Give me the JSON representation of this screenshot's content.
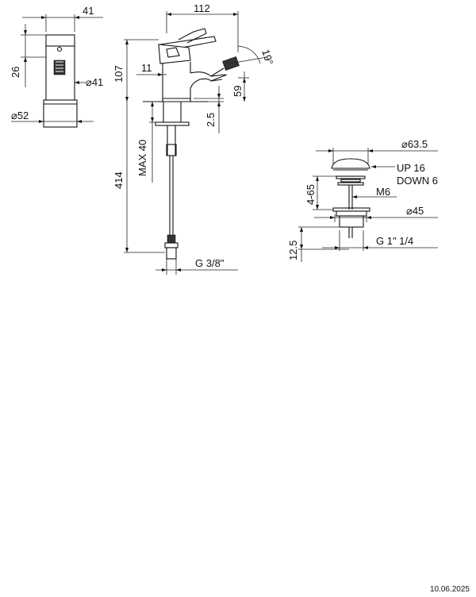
{
  "side_view": {
    "dim_top_width": "41",
    "dim_height": "26",
    "dim_body_dia": "⌀41",
    "dim_base_dia": "⌀52"
  },
  "front_view": {
    "dim_length": "112",
    "dim_angle": "19°",
    "dim_height": "107",
    "dim_offset": "11",
    "dim_spout_height": "59",
    "dim_base": "2.5",
    "dim_max": "MAX 40",
    "dim_total": "414",
    "dim_thread": "G 3/8\""
  },
  "waste_view": {
    "dim_cap_dia": "⌀63.5",
    "dim_up": "UP 16",
    "dim_down": "DOWN 6",
    "dim_range": "4-65",
    "dim_rod": "M6",
    "dim_body_dia": "⌀45",
    "dim_thread_len": "12.5",
    "dim_thread": "G 1\" 1/4"
  },
  "footer": {
    "date": "10.06.2025"
  }
}
